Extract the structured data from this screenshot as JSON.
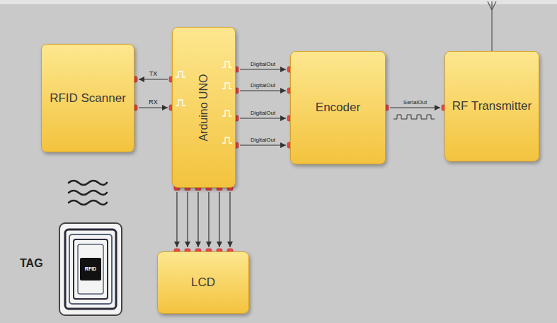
{
  "diagram": {
    "nodes": [
      {
        "text": [
          "RFID Scanner"
        ]
      },
      {
        "text": [
          "Arduino UNO"
        ]
      },
      {
        "text": [
          "Encoder"
        ]
      },
      {
        "text": [
          "RF Transmitter"
        ]
      },
      {
        "text": [
          "LCD"
        ]
      }
    ],
    "edges": [
      {
        "from": 1,
        "to": 0,
        "label": "TX",
        "arrow": "to"
      },
      {
        "from": 0,
        "to": 1,
        "label": "RX",
        "arrow": "to"
      },
      {
        "from": 1,
        "to": 2,
        "label": "DigitalOut",
        "arrow": "to"
      },
      {
        "from": 1,
        "to": 2,
        "label": "DigitalOut",
        "arrow": "to"
      },
      {
        "from": 1,
        "to": 2,
        "label": "DigitalOut",
        "arrow": "to"
      },
      {
        "from": 1,
        "to": 2,
        "label": "DigitalOut",
        "arrow": "to"
      },
      {
        "from": 2,
        "to": 3,
        "label": "SerialOut",
        "arrow": "to"
      },
      {
        "from": 1,
        "to": 4,
        "arrow": "to"
      },
      {
        "from": 1,
        "to": 4,
        "arrow": "to"
      },
      {
        "from": 1,
        "to": 4,
        "arrow": "to"
      },
      {
        "from": 1,
        "to": 4,
        "arrow": "to"
      },
      {
        "from": 1,
        "to": 4,
        "arrow": "to"
      },
      {
        "from": 1,
        "to": 4,
        "arrow": "to"
      }
    ],
    "labels": [
      "TAG",
      "RFID"
    ]
  }
}
